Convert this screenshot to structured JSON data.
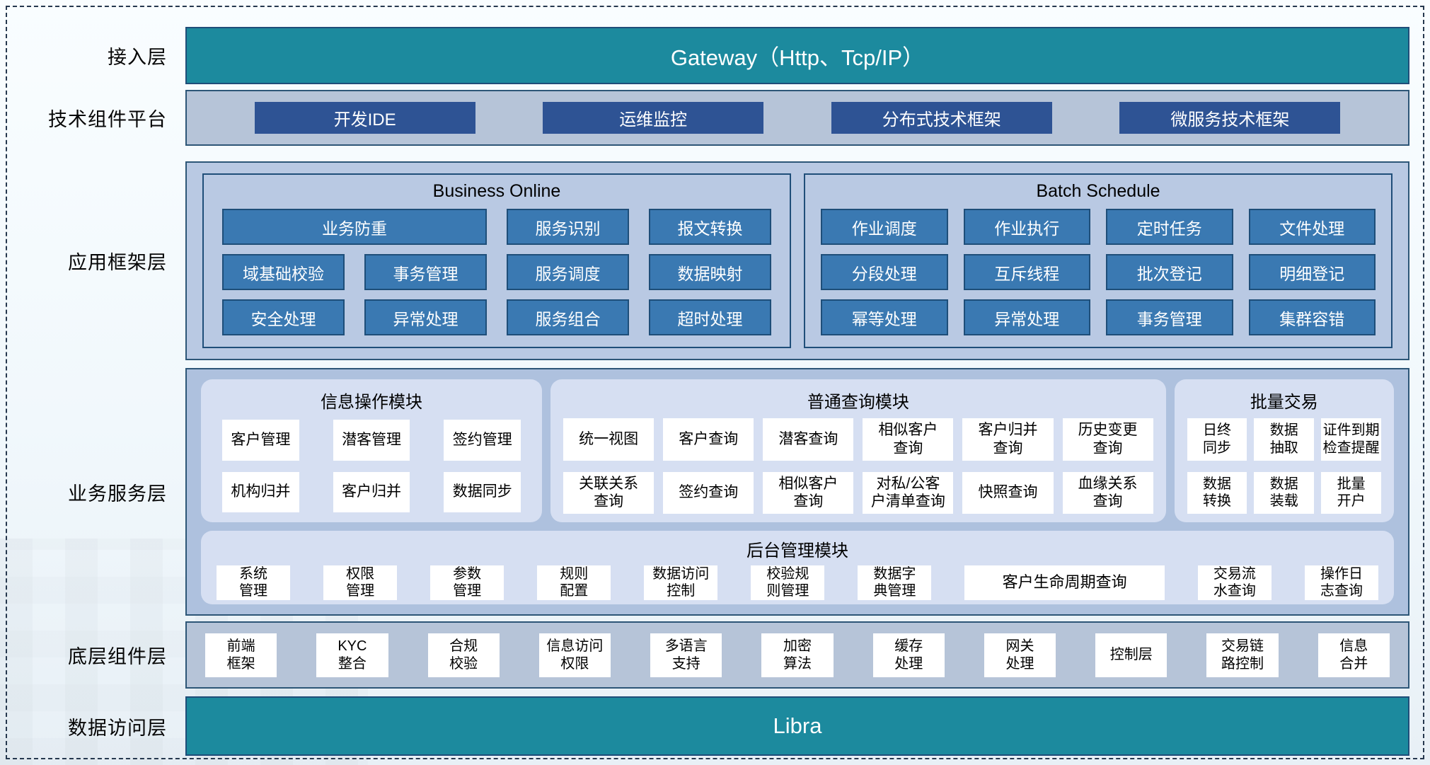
{
  "colors": {
    "teal_bar": "#1c8a9e",
    "navy_button": "#2e5394",
    "steel_button": "#3a79b2",
    "panel_background": "#b9c9e3",
    "module_background": "#d6dff2",
    "dark_border": "#1f4e79"
  },
  "layers": {
    "access": {
      "label": "接入层",
      "gateway": "Gateway（Http、Tcp/IP）"
    },
    "tech": {
      "label": "技术组件平台",
      "items": [
        "开发IDE",
        "运维监控",
        "分布式技术框架",
        "微服务技术框架"
      ]
    },
    "app_framework": {
      "label": "应用框架层",
      "business_online": {
        "title": "Business Online",
        "rows": [
          [
            "业务防重",
            "服务识别",
            "报文转换"
          ],
          [
            "域基础校验",
            "事务管理",
            "服务调度",
            "数据映射"
          ],
          [
            "安全处理",
            "异常处理",
            "服务组合",
            "超时处理"
          ]
        ]
      },
      "batch_schedule": {
        "title": "Batch Schedule",
        "rows": [
          [
            "作业调度",
            "作业执行",
            "定时任务",
            "文件处理"
          ],
          [
            "分段处理",
            "互斥线程",
            "批次登记",
            "明细登记"
          ],
          [
            "幂等处理",
            "异常处理",
            "事务管理",
            "集群容错"
          ]
        ]
      }
    },
    "business": {
      "label": "业务服务层",
      "info_module": {
        "title": "信息操作模块",
        "items": [
          "客户管理",
          "潜客管理",
          "签约管理",
          "机构归并",
          "客户归并",
          "数据同步"
        ]
      },
      "query_module": {
        "title": "普通查询模块",
        "items": [
          "统一视图",
          "客户查询",
          "潜客查询",
          "相似客户\n查询",
          "客户归并\n查询",
          "历史变更\n查询",
          "关联关系\n查询",
          "签约查询",
          "相似客户\n查询",
          "对私/公客\n户清单查询",
          "快照查询",
          "血缘关系\n查询"
        ]
      },
      "batch_module": {
        "title": "批量交易",
        "items": [
          "日终\n同步",
          "数据\n抽取",
          "证件到期\n检查提醒",
          "数据\n转换",
          "数据\n装载",
          "批量\n开户"
        ]
      },
      "admin_module": {
        "title": "后台管理模块",
        "items": [
          "系统\n管理",
          "权限\n管理",
          "参数\n管理",
          "规则\n配置",
          "数据访问\n控制",
          "校验规\n则管理",
          "数据字\n典管理",
          "客户生命周期查询",
          "交易流\n水查询",
          "操作日\n志查询"
        ]
      }
    },
    "base": {
      "label": "底层组件层",
      "items": [
        "前端\n框架",
        "KYC\n整合",
        "合规\n校验",
        "信息访问\n权限",
        "多语言\n支持",
        "加密\n算法",
        "缓存\n处理",
        "网关\n处理",
        "控制层",
        "交易链\n路控制",
        "信息\n合并"
      ]
    },
    "data_access": {
      "label": "数据访问层",
      "bar": "Libra"
    }
  }
}
